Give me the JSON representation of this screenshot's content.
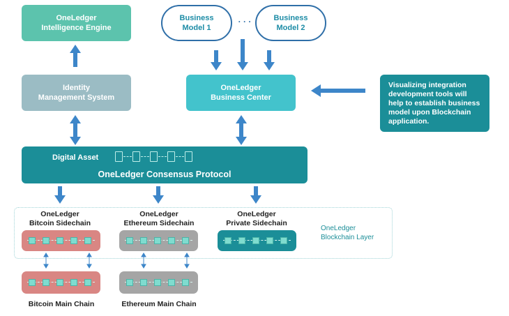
{
  "colors": {
    "engine": "#5cc3ad",
    "identity": "#9bbcc4",
    "business_center": "#43c3cc",
    "consensus": "#1b8e98",
    "arrow": "#3d86c9",
    "bitcoin": "#d98683",
    "ethereum": "#a5a5a5",
    "private": "#1b8e98",
    "callout": "#1b8e98"
  },
  "intelligence_engine": "OneLedger\nIntelligence Engine",
  "identity_system": "Identity\nManagement System",
  "business_center": "OneLedger\nBusiness Center",
  "business_model_1": "Business\nModel 1",
  "business_model_2": "Business\nModel 2",
  "ellipsis": "· · ·",
  "callout": "Visualizing integration\ndevelopment tools will\nhelp to establish business\nmodel upon Blockchain\napplication.",
  "digital_asset": "Digital Asset",
  "consensus_protocol": "OneLedger Consensus Protocol",
  "bitcoin_sidechain": "OneLedger\nBitcoin Sidechain",
  "ethereum_sidechain": "OneLedger\nEthereum Sidechain",
  "private_sidechain": "OneLedger\nPrivate Sidechain",
  "blockchain_layer": "OneLedger\nBlockchain Layer",
  "bitcoin_main_chain": "Bitcoin Main Chain",
  "ethereum_main_chain": "Ethereum Main Chain"
}
